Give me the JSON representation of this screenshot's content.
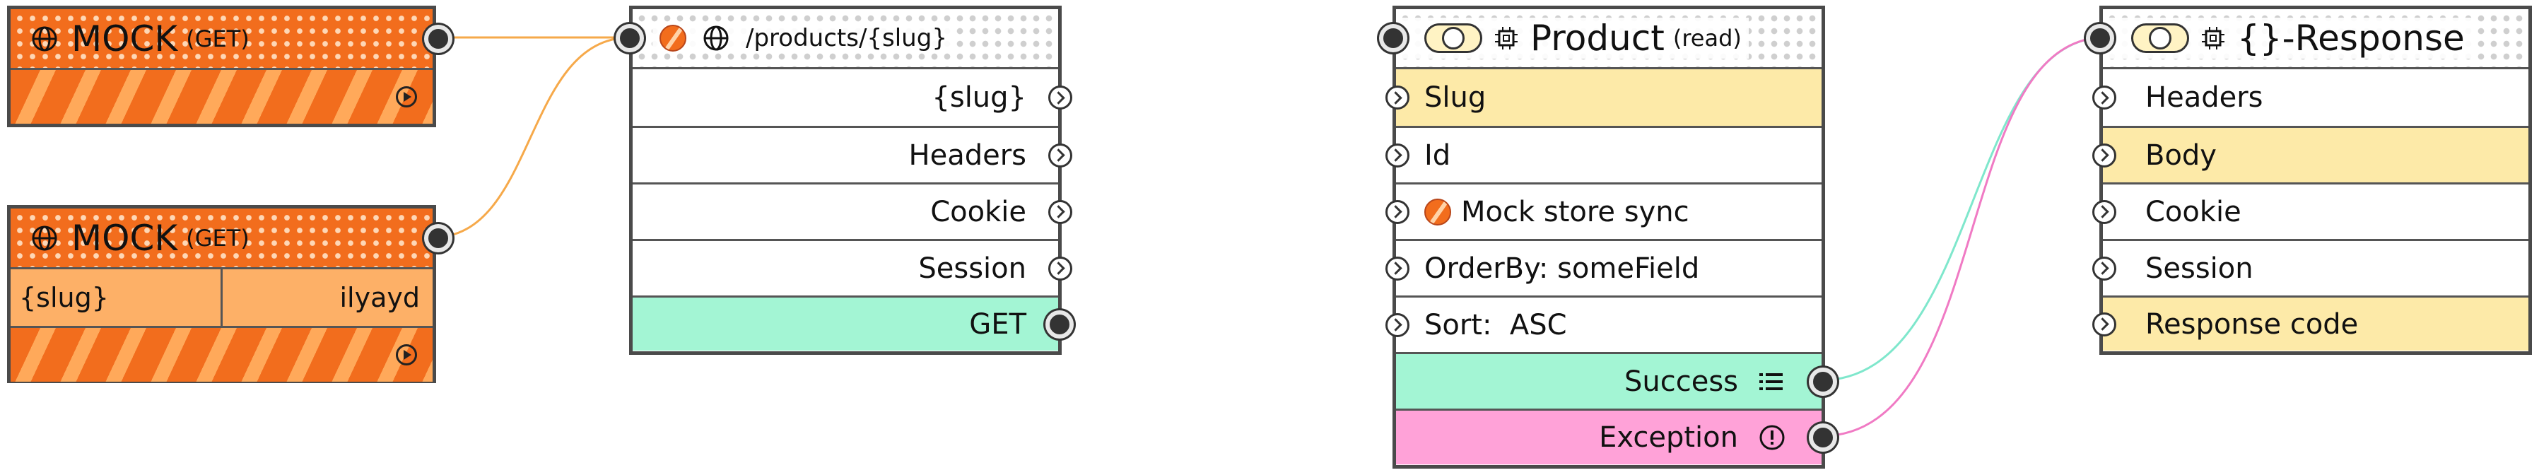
{
  "colors": {
    "mock_orange": "#f26d1d",
    "success_green": "#a3f5d4",
    "exception_pink": "#ffa2d8",
    "highlight_yellow": "#fdeaa8",
    "wire_orange": "#f6a94a",
    "wire_green": "#7fe7cc",
    "wire_pink": "#f07ac4"
  },
  "mock1": {
    "title": "MOCK",
    "method": "(GET)"
  },
  "mock2": {
    "title": "MOCK",
    "method": "(GET)",
    "param_key": "{slug}",
    "param_value": "ilyayd"
  },
  "route": {
    "path": "/products/{slug}",
    "rows": [
      "{slug}",
      "Headers",
      "Cookie",
      "Session"
    ],
    "method_row": "GET"
  },
  "product": {
    "title": "Product",
    "mode": "(read)",
    "rows": [
      "Slug",
      "Id",
      "Mock store sync",
      "OrderBy: someField",
      "Sort:  ASC"
    ],
    "success": "Success",
    "exception": "Exception"
  },
  "response": {
    "title": "{}-Response",
    "rows": [
      "Headers",
      "Body",
      "Cookie",
      "Session",
      "Response code"
    ]
  }
}
